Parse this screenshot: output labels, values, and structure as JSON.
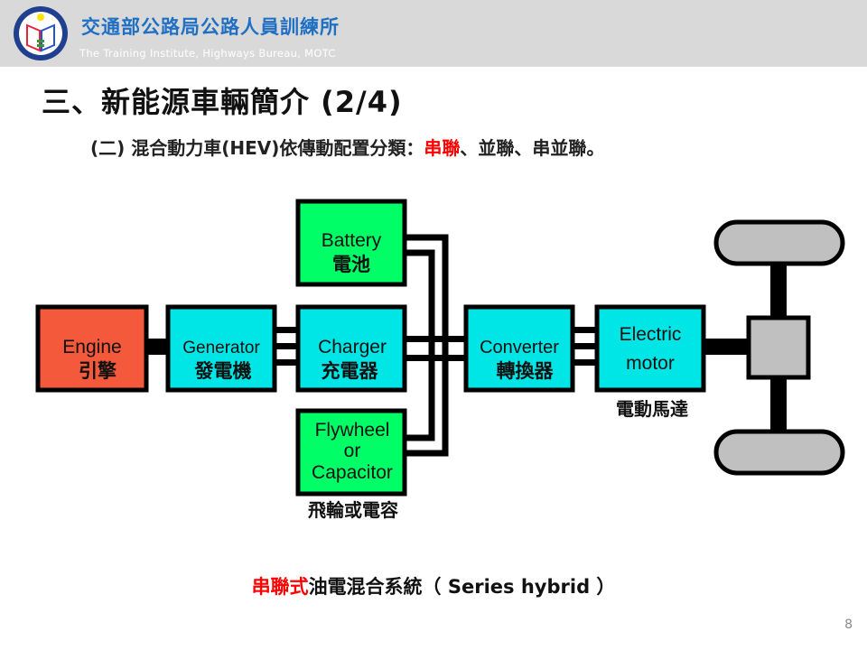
{
  "header": {
    "org_name": "交通部公路局公路人員訓練所",
    "org_sub": "The Training Institute,  Highways Bureau,  MOTC",
    "logo_icon": "institute-emblem-icon"
  },
  "slide": {
    "title": "三、新能源車輛簡介 (2/4)",
    "subtitle_prefix": "(二) 混合動力車(HEV)依傳動配置分類：",
    "subtitle_highlight": "串聯",
    "subtitle_suffix": "、並聯、串並聯。",
    "page_number": "8"
  },
  "diagram": {
    "colors": {
      "engine": "#f4593b",
      "cyan": "#00e5e5",
      "green": "#00ff66",
      "wheel": "#c0c0c0",
      "line": "#000000",
      "highlight": "#ff0000"
    },
    "nodes": {
      "engine": {
        "en": "Engine",
        "cn": "引擎"
      },
      "generator": {
        "en": "Generator",
        "cn": "發電機"
      },
      "charger": {
        "en": "Charger",
        "cn": "充電器"
      },
      "battery": {
        "en": "Battery",
        "cn": "電池"
      },
      "flywheel": {
        "en1": "Flywheel",
        "en2": "or",
        "en3": "Capacitor",
        "cn": "飛輪或電容"
      },
      "converter": {
        "en": "Converter",
        "cn": "轉換器"
      },
      "motor": {
        "en1": "Electric",
        "en2": "motor",
        "cn": "電動馬達"
      },
      "axle": {
        "label": ""
      }
    }
  },
  "caption": {
    "highlight": "串聯式",
    "text": "油電混合系統（ Series hybrid ）"
  }
}
